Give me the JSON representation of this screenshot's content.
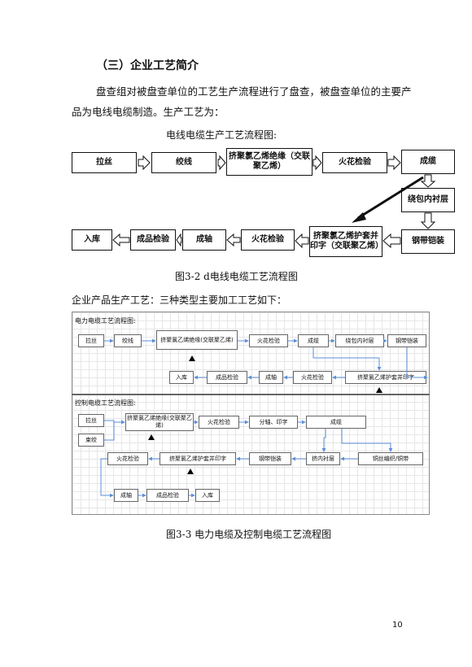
{
  "section_heading": "（三）企业工艺简介",
  "intro_paragraph": "盘查组对被盘查单位的工艺生产流程进行了盘查，被盘查单位的主要产品为电线电缆制造。生产工艺为：",
  "flow1": {
    "title": "电线电缆生产工艺流程图:",
    "boxes": {
      "b1": "拉丝",
      "b2": "绞线",
      "b3": "挤聚氯乙烯绝缘（交联聚乙烯）",
      "b4": "火花检验",
      "b5": "成缆",
      "b6": "绕包内衬层",
      "b7": "钢带铠装",
      "b8": "挤聚氯乙烯护套并印字（交联聚乙烯）",
      "b9": "火花检验",
      "b10": "成轴",
      "b11": "成品检验",
      "b12": "入库"
    },
    "caption": "图3-2   d电线电缆工艺流程图"
  },
  "sentence2": "企业产品生产工艺：三种类型主要加工工艺如下：",
  "flow2": {
    "power_title": "电力电缆工艺流程图:",
    "power_boxes": {
      "p1": "拉丝",
      "p2": "绞线",
      "p3": "挤聚氯乙烯绝缘(交联聚乙烯)",
      "p4": "火花检验",
      "p5": "成缆",
      "p6": "绕包内衬层",
      "p7": "钢带铠装",
      "p8": "挤聚氯乙烯护套并印字",
      "p9": "火花检验",
      "p10": "成轴",
      "p11": "成品检验",
      "p12": "入库"
    },
    "control_title": "控制电缆工艺流程图:",
    "control_boxes": {
      "c1": "拉丝",
      "c2": "束绞",
      "c3": "挤聚氯乙烯绝缘(交联聚乙烯)",
      "c4": "火花检验",
      "c5": "分轴、印字",
      "c6": "成缆",
      "c7": "挤内衬层",
      "c8": "铜丝编织/铜带",
      "c9": "钢带铠装",
      "c10": "挤聚氯乙烯护套并印字",
      "c11": "火花检验",
      "c12": "成轴",
      "c13": "成品检验",
      "c14": "入库"
    },
    "caption": "图3-3   电力电缆及控制电缆工艺流程图"
  },
  "page_number": "10",
  "colors": {
    "line": "#111111",
    "blue_line": "#5b8fd9",
    "grid": "#e6e6e6"
  }
}
